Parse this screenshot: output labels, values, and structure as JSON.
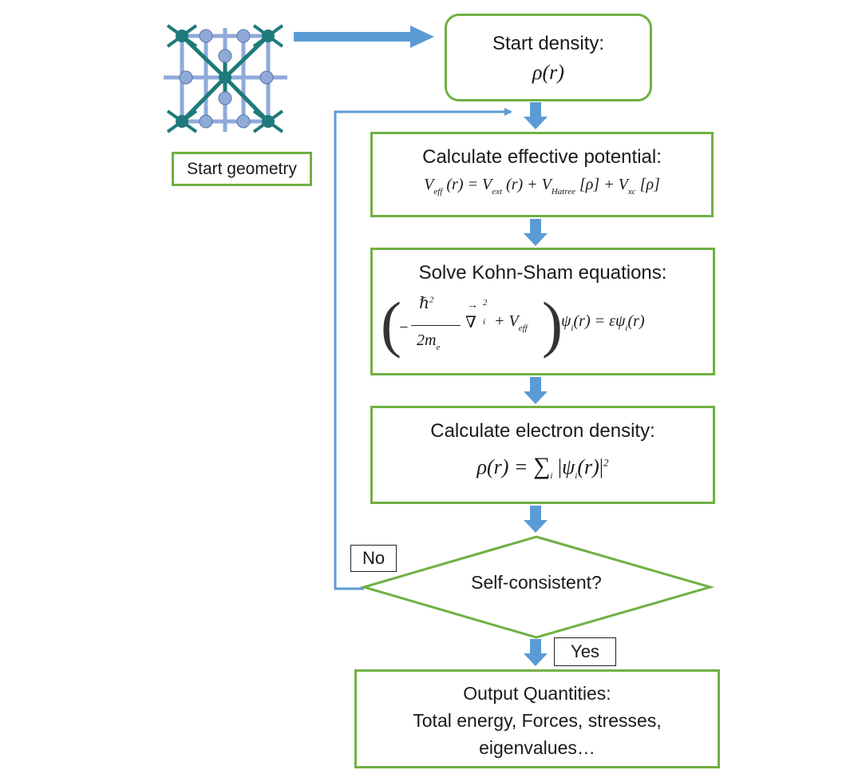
{
  "start_geometry": {
    "label": "Start geometry",
    "icon": "crystal-structure-icon"
  },
  "start_density": {
    "title": "Start density:",
    "formula": "ρ(r)"
  },
  "effective_potential": {
    "title": "Calculate effective potential:",
    "V": "V",
    "eff": "eff",
    "ext": "ext",
    "hartree": "Hatree",
    "xc": "xc",
    "rho": "ρ",
    "r": "r"
  },
  "kohn_sham": {
    "title": "Solve Kohn-Sham equations:",
    "hbar": "ℏ",
    "two_m": "2m",
    "e": "e",
    "nabla": "∇",
    "i": "i",
    "V": "V",
    "eff": "eff",
    "psi": "ψ",
    "epsilon": "ε",
    "r": "r",
    "two": "2"
  },
  "electron_density": {
    "title": "Calculate electron density:",
    "rho": "ρ",
    "r": "r",
    "sum": "∑",
    "i": "i",
    "psi": "ψ",
    "two": "2"
  },
  "decision": {
    "question": "Self-consistent?",
    "no_label": "No",
    "yes_label": "Yes"
  },
  "output": {
    "title": "Output Quantities:",
    "line2": "Total energy, Forces, stresses,",
    "line3": "eigenvalues…"
  },
  "colors": {
    "box_border": "#6fb043",
    "arrow": "#5b9bd5",
    "loop_line": "#5b9bd5",
    "atom_dark": "#1f7a7a",
    "atom_light": "#8faad8"
  }
}
